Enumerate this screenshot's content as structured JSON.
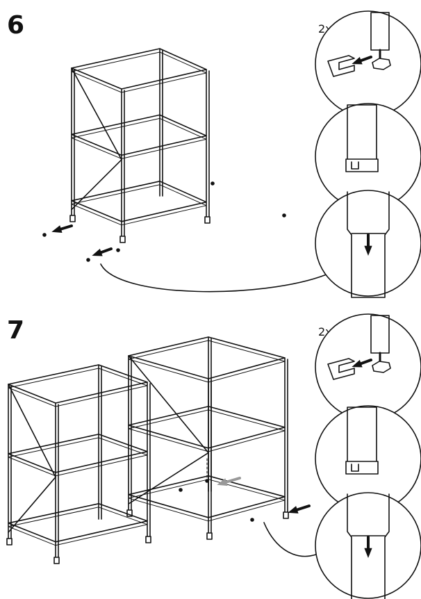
{
  "steps": [
    {
      "number": "6",
      "quantity": "2x"
    },
    {
      "number": "7",
      "quantity": "2x"
    }
  ],
  "colors": {
    "line": "#111111",
    "fill": "#ffffff",
    "ghost_arrow": "#999999"
  }
}
